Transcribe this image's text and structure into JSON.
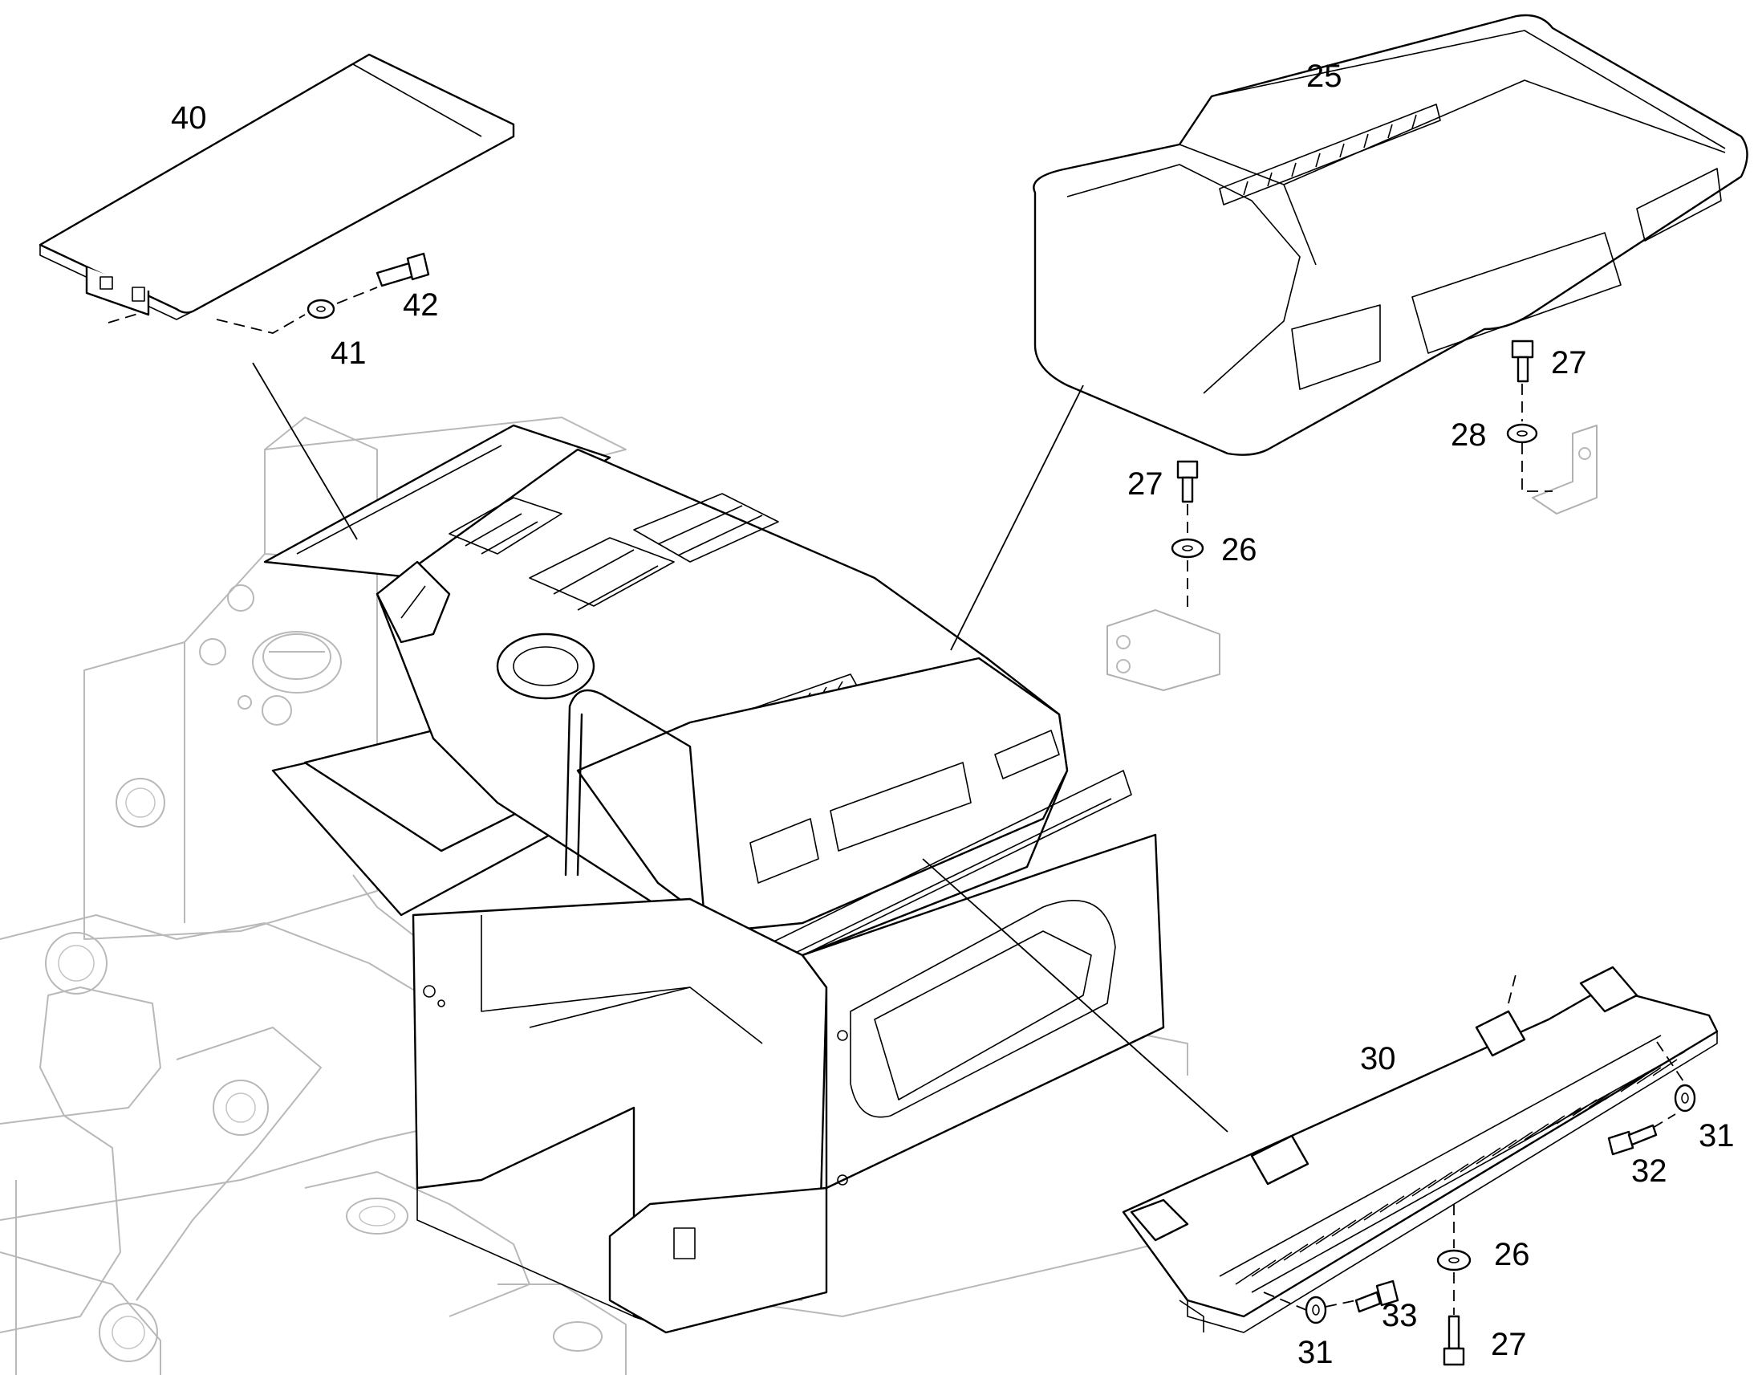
{
  "diagram": {
    "callouts": [
      {
        "id": "c25",
        "text": "25"
      },
      {
        "id": "c40",
        "text": "40"
      },
      {
        "id": "c42",
        "text": "42"
      },
      {
        "id": "c41",
        "text": "41"
      },
      {
        "id": "c27a",
        "text": "27"
      },
      {
        "id": "c28",
        "text": "28"
      },
      {
        "id": "c27b",
        "text": "27"
      },
      {
        "id": "c26a",
        "text": "26"
      },
      {
        "id": "c30",
        "text": "30"
      },
      {
        "id": "c31a",
        "text": "31"
      },
      {
        "id": "c32",
        "text": "32"
      },
      {
        "id": "c26b",
        "text": "26"
      },
      {
        "id": "c33",
        "text": "33"
      },
      {
        "id": "c31b",
        "text": "31"
      },
      {
        "id": "c27c",
        "text": "27"
      }
    ]
  }
}
